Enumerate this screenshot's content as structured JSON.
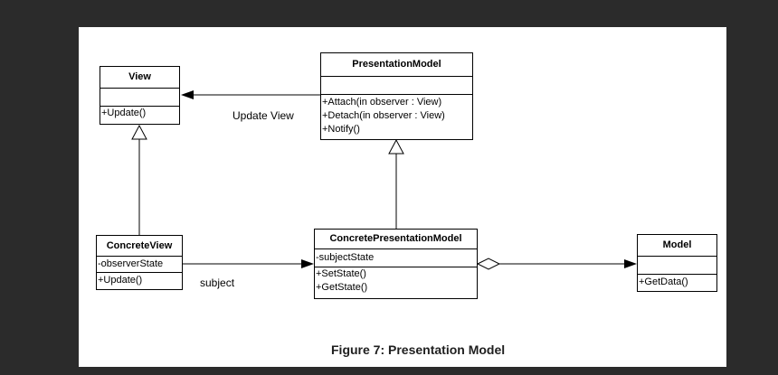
{
  "diagram": {
    "classes": {
      "view": {
        "name": "View",
        "attributes": [],
        "operations": [
          "+Update()"
        ]
      },
      "presentation_model": {
        "name": "PresentationModel",
        "attributes": [],
        "operations": [
          "+Attach(in observer : View)",
          "+Detach(in observer : View)",
          "+Notify()"
        ]
      },
      "concrete_view": {
        "name": "ConcreteView",
        "attributes": [
          "-observerState"
        ],
        "operations": [
          "+Update()"
        ]
      },
      "concrete_presentation_model": {
        "name": "ConcretePresentationModel",
        "attributes": [
          "-subjectState"
        ],
        "operations": [
          "+SetState()",
          "+GetState()"
        ]
      },
      "model": {
        "name": "Model",
        "attributes": [],
        "operations": [
          "+GetData()"
        ]
      }
    },
    "edge_labels": {
      "update_view": "Update View",
      "subject": "subject"
    },
    "caption": "Figure 7: Presentation Model"
  }
}
